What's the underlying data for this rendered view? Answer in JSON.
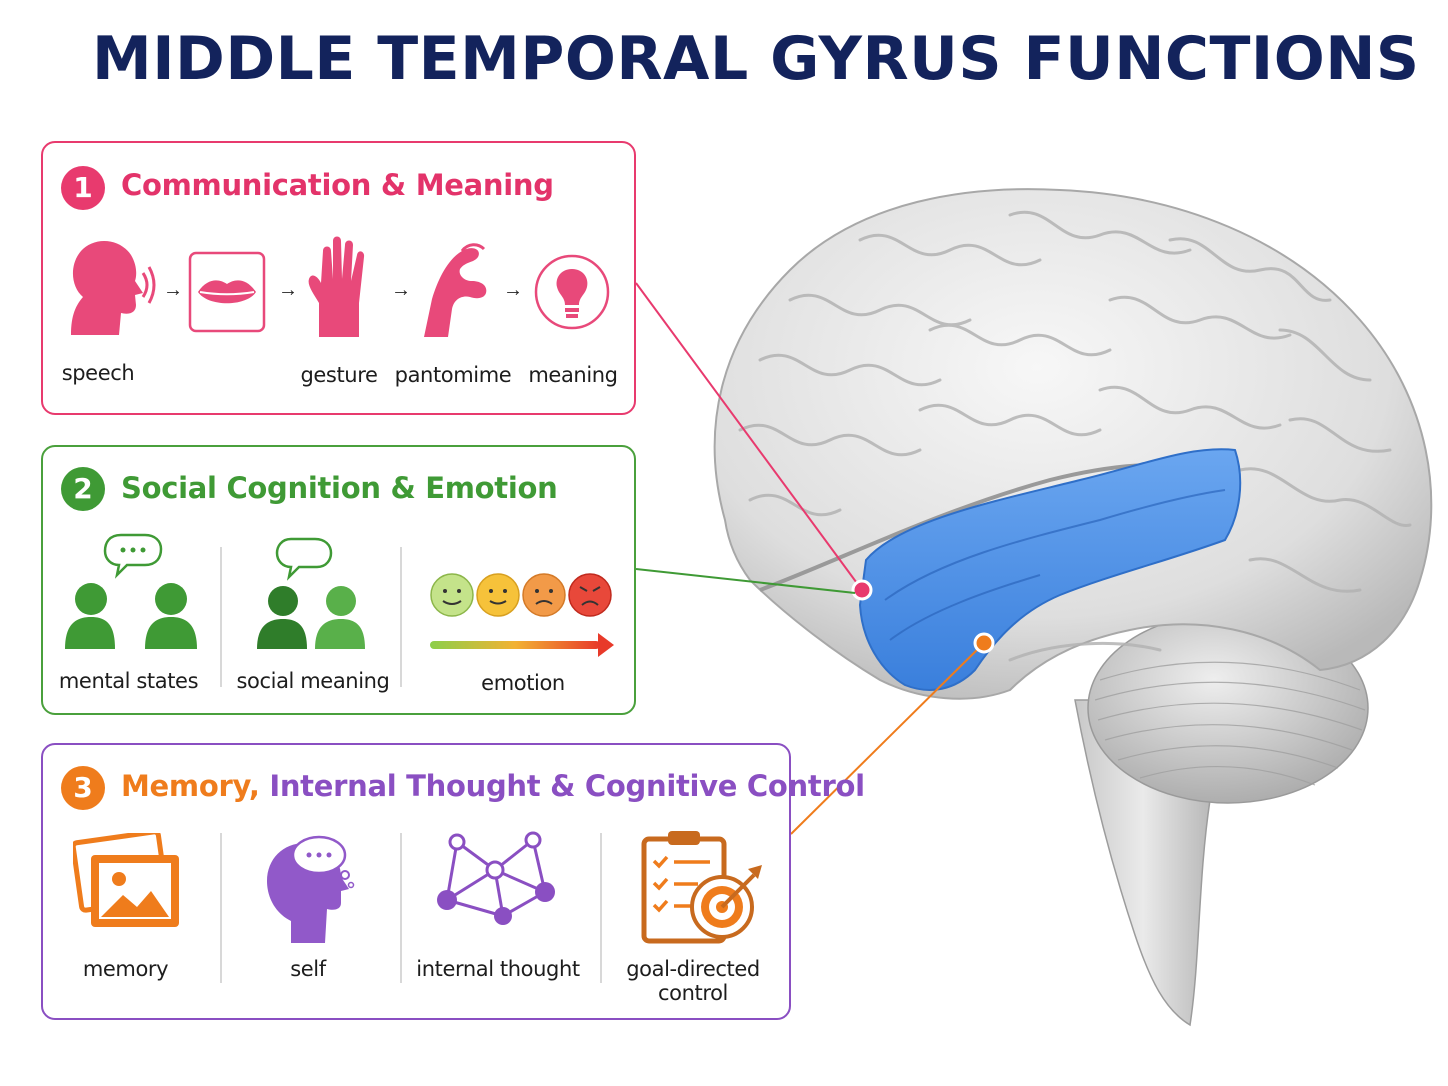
{
  "title": "MIDDLE TEMPORAL GYRUS FUNCTIONS",
  "colors": {
    "title": "#13235c",
    "section1": "#e83a6e",
    "section2": "#3f9a35",
    "section3_orange": "#ef7c1c",
    "section3_purple": "#8a4fc2",
    "gyrus_highlight": "#4a8ee6"
  },
  "sections": [
    {
      "number": "1",
      "heading": "Communication & Meaning",
      "items": [
        {
          "label": "speech",
          "icon": "speaking-head-icon"
        },
        {
          "label": "",
          "icon": "lips-icon"
        },
        {
          "label": "gesture",
          "icon": "hand-icon"
        },
        {
          "label": "pantomime",
          "icon": "pantomime-hand-icon"
        },
        {
          "label": "meaning",
          "icon": "lightbulb-icon"
        }
      ]
    },
    {
      "number": "2",
      "heading": "Social Cognition & Emotion",
      "items": [
        {
          "label": "mental states",
          "icon": "conversation-icon"
        },
        {
          "label": "social meaning",
          "icon": "people-icon"
        },
        {
          "label": "emotion",
          "icon": "emotion-faces-icon"
        }
      ]
    },
    {
      "number": "3",
      "heading_part1": "Memory,",
      "heading_part2": "Internal Thought & Cognitive Control",
      "items": [
        {
          "label": "memory",
          "icon": "photos-icon"
        },
        {
          "label": "self",
          "icon": "thinking-head-icon"
        },
        {
          "label": "internal thought",
          "icon": "network-icon"
        },
        {
          "label": "goal-directed",
          "label2": "control",
          "icon": "checklist-target-icon"
        }
      ]
    }
  ]
}
